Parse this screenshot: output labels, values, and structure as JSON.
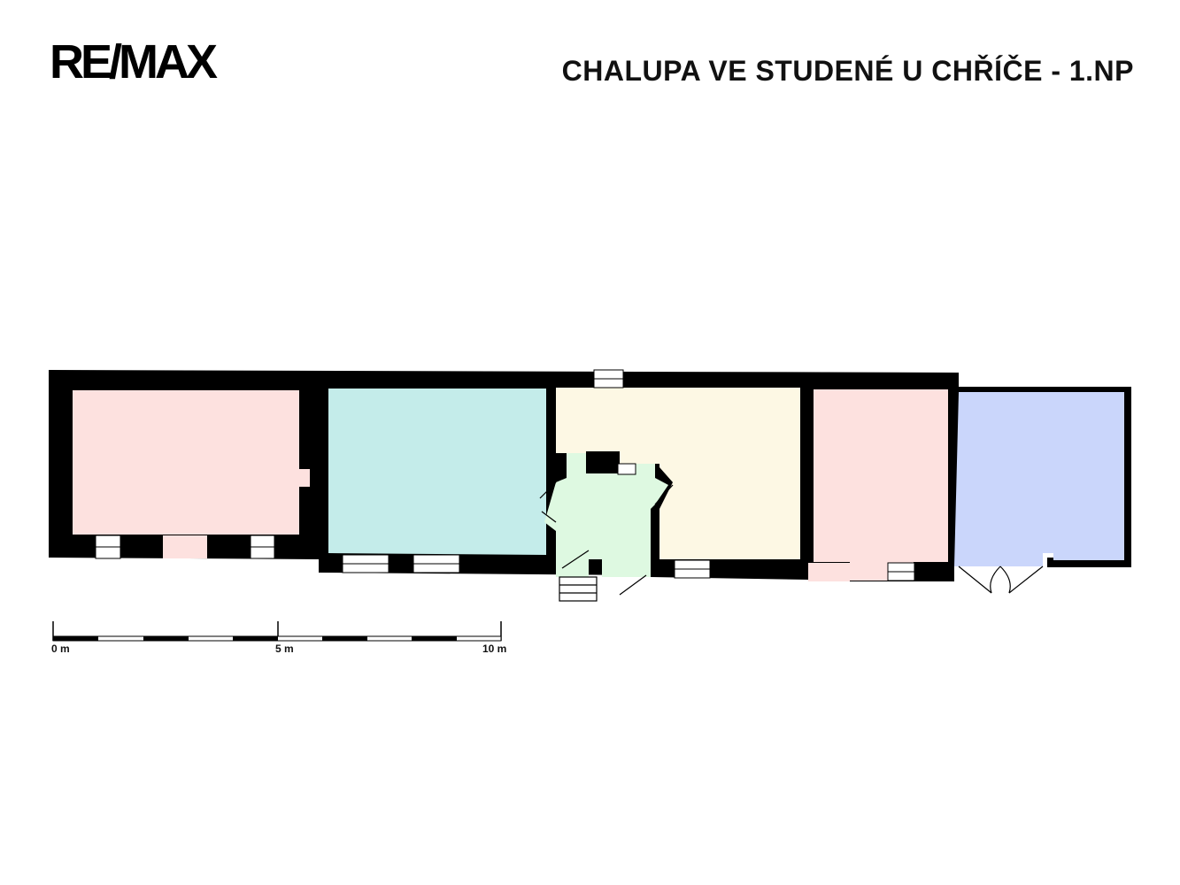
{
  "header": {
    "logo_text": "RE/MAX",
    "title": "CHALUPA VE STUDENÉ U CHŘÍČE - 1.NP"
  },
  "plan": {
    "wall_color": "#000000",
    "rooms": [
      {
        "id": "room-1",
        "color": "#fde1df"
      },
      {
        "id": "room-2",
        "color": "#c4ecea"
      },
      {
        "id": "entrance-hall",
        "color": "#def9e1"
      },
      {
        "id": "room-3",
        "color": "#fdf8e4"
      },
      {
        "id": "room-4",
        "color": "#fde1df"
      },
      {
        "id": "room-5",
        "color": "#cad6fb"
      }
    ]
  },
  "scale_bar": {
    "labels": [
      "0 m",
      "5 m",
      "10 m"
    ]
  }
}
